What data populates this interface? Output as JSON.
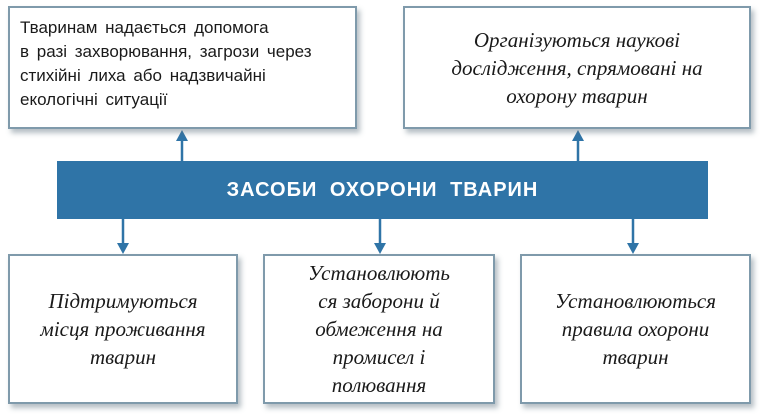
{
  "center": {
    "title": "ЗАСОБИ ОХОРОНИ ТВАРИН"
  },
  "top_left": {
    "lines": [
      "Тваринам надається допомога",
      "в разі захворювання, загрози через",
      "стихійні лиха або надзвичайні",
      "екологічні ситуації"
    ]
  },
  "top_right": {
    "lines": [
      "Організуються наукові",
      "дослідження, спрямовані на",
      "охорону тварин"
    ]
  },
  "bottom_left": {
    "lines": [
      "Підтримуються",
      "місця проживання",
      "тварин"
    ]
  },
  "bottom_middle": {
    "lines": [
      "Установлюють",
      "ся заборони й",
      "обмеження на",
      "промисел і",
      "полювання"
    ]
  },
  "bottom_right": {
    "lines": [
      "Установлюються",
      "правила охорони",
      "тварин"
    ]
  },
  "colors": {
    "bar": "#2f74a7",
    "arrow": "#2f74a7",
    "border": "#7f9aab"
  }
}
